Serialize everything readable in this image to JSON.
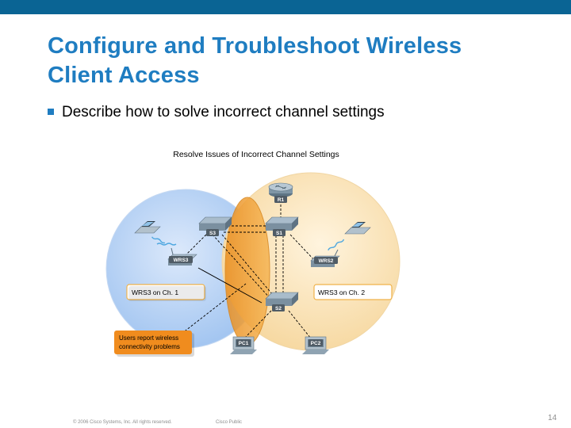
{
  "slide": {
    "title_line1": "Configure and Troubleshoot Wireless",
    "title_line2": "Client Access",
    "bullet": "Describe how to solve incorrect channel settings",
    "page_number": "14"
  },
  "footer": {
    "copyright": "© 2006 Cisco Systems, Inc. All rights reserved.",
    "classification": "Cisco Public"
  },
  "figure": {
    "caption": "Resolve Issues of Incorrect Channel Settings",
    "router": "R1",
    "switches": {
      "s1": "S1",
      "s2": "S2",
      "s3": "S3"
    },
    "access_points": {
      "wrs3": "WRS3",
      "wrs2": "WRS2"
    },
    "pcs": {
      "pc1": "PC1",
      "pc2": "PC2"
    },
    "callout_ch1": "WRS3 on Ch. 1",
    "callout_ch2": "WRS3 on Ch. 2",
    "callout_problem_line1": "Users report wireless",
    "callout_problem_line2": "connectivity problems",
    "colors": {
      "left_cell": "#9fc3f0",
      "right_cell": "#f6d79e",
      "overlap": "#f2a33a",
      "problem_callout": "#f08c1e"
    }
  }
}
